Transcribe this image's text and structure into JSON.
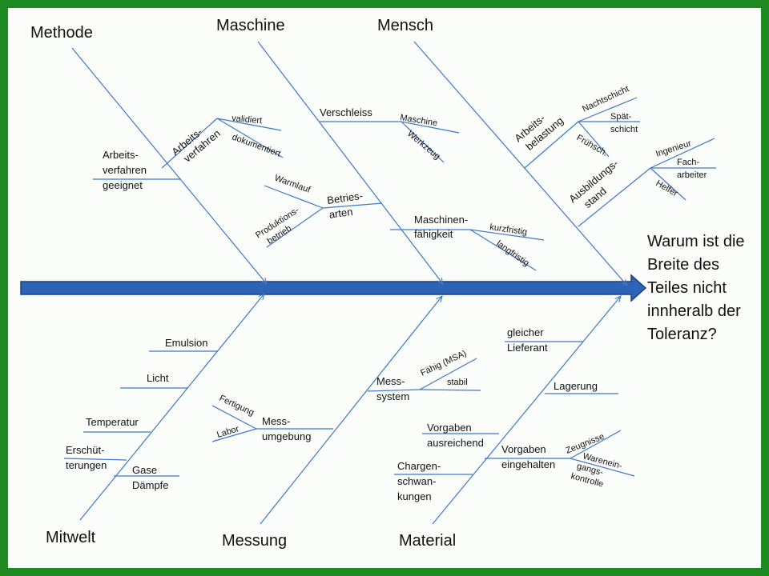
{
  "effect": [
    "Warum ist die",
    "Breite des",
    "Teiles nicht",
    "innheralb der",
    "Toleranz?"
  ],
  "categories": {
    "methode": "Methode",
    "maschine": "Maschine",
    "mensch": "Mensch",
    "mitwelt": "Mitwelt",
    "messung": "Messung",
    "material": "Material"
  },
  "methode": {
    "arbeitsverfahren_geeignet": [
      "Arbeits-",
      "verfahren",
      "geeignet"
    ],
    "arbeitsverfahren": [
      "Arbeits-",
      "verfahren"
    ],
    "validiert": "validiert",
    "dokumentiert": "dokumentiert"
  },
  "maschine": {
    "verschleiss": "Verschleiss",
    "maschine": "Maschine",
    "werkzeug": "Werkzeug",
    "betriebsarten": [
      "Betries-",
      "arten"
    ],
    "warmlauf": "Warmlauf",
    "produktionsbetrieb": [
      "Produktions-",
      "betrieb"
    ],
    "maschinenfaehigkeit": [
      "Maschinen-",
      "fähigkeit"
    ],
    "kurzfristig": "kurzfristig",
    "langfristig": "langfristig"
  },
  "mensch": {
    "arbeitsbelastung": [
      "Arbeits-",
      "belastung"
    ],
    "nachtschicht": "Nachtschicht",
    "spaetschicht": [
      "Spät-",
      "schicht"
    ],
    "fruehschicht": "Frühsch.",
    "ausbildungsstand": [
      "Ausbildungs-",
      "stand"
    ],
    "ingenieur": "Ingenieur",
    "facharbeiter": [
      "Fach-",
      "arbeiter"
    ],
    "helfer": "Helfer"
  },
  "mitwelt": {
    "emulsion": "Emulsion",
    "licht": "Licht",
    "temperatur": "Temperatur",
    "erschuetterungen": [
      "Erschüt-",
      "terungen"
    ],
    "gase_daempfe": [
      "Gase",
      "Dämpfe"
    ]
  },
  "messung": {
    "messumgebung": [
      "Mess-",
      "umgebung"
    ],
    "fertigung": "Fertigung",
    "labor": "Labor",
    "messsystem": [
      "Mess-",
      "system"
    ],
    "faehig_msa": "Fähig (MSA)",
    "stabil": "stabil"
  },
  "material": {
    "gleicher_lieferant": [
      "gleicher",
      "Lieferant"
    ],
    "lagerung": "Lagerung",
    "vorgaben_ausreichend": [
      "Vorgaben",
      "ausreichend"
    ],
    "vorgaben_eingehalten": [
      "Vorgaben",
      "eingehalten"
    ],
    "zeugnisse": "Zeugnisse",
    "wareneingangskontrolle": [
      "Warenein-",
      "gangs-",
      "kontrolle"
    ],
    "chargenschwankungen": [
      "Chargen-",
      "schwan-",
      "kungen"
    ]
  },
  "colors": {
    "frame": "#1e8a22",
    "spine": "#2e64b8",
    "spine_border": "#1c3f7a",
    "line": "#3f78c6"
  }
}
